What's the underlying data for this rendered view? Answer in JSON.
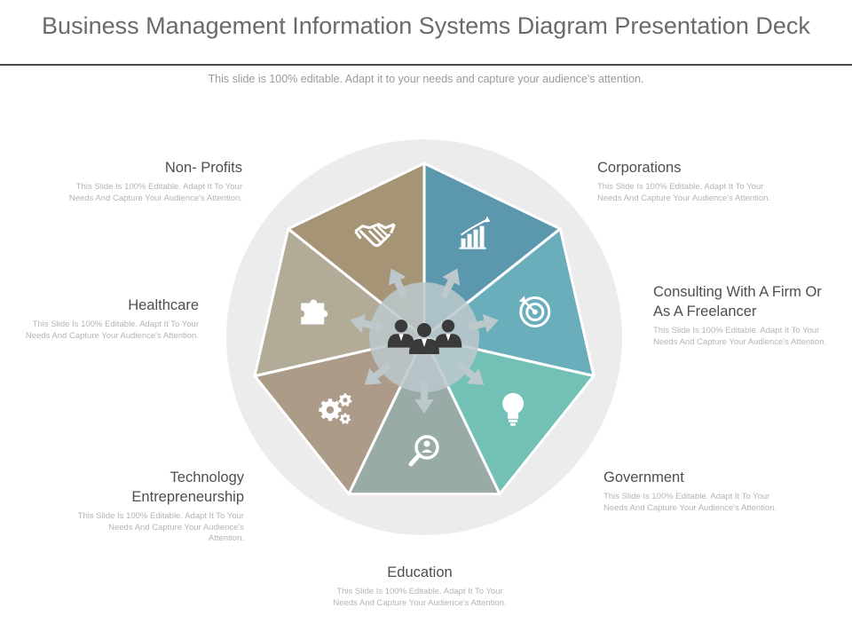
{
  "header": {
    "title": "Business Management Information Systems Diagram Presentation Deck",
    "subtitle": "This slide is 100% editable. Adapt it to your needs and capture your audience's attention."
  },
  "segments": [
    {
      "key": "corporations",
      "title": "Corporations",
      "desc": "This Slide Is 100% Editable. Adapt It To Your Needs And Capture Your Audience's Attention.",
      "color": "#5b98ad",
      "icon": "bar-chart-icon"
    },
    {
      "key": "consulting",
      "title": "Consulting With A Firm Or As A Freelancer",
      "desc": "This Slide Is 100% Editable. Adapt It To Your Needs And Capture Your Audience's Attention.",
      "color": "#6aaebb",
      "icon": "target-icon"
    },
    {
      "key": "government",
      "title": "Government",
      "desc": "This Slide Is 100% Editable. Adapt It To Your Needs And Capture Your Audience's Attention.",
      "color": "#72c0b6",
      "icon": "lightbulb-icon"
    },
    {
      "key": "education",
      "title": "Education",
      "desc": "This Slide Is 100% Editable. Adapt It To Your Needs And Capture Your Audience's Attention.",
      "color": "#98aba7",
      "icon": "search-user-icon"
    },
    {
      "key": "technology",
      "title": "Technology Entrepreneurship",
      "desc": "This Slide Is 100% Editable. Adapt It To Your Needs And Capture Your Audience's Attention.",
      "color": "#ad9b8a",
      "icon": "gears-icon"
    },
    {
      "key": "healthcare",
      "title": "Healthcare",
      "desc": "This Slide Is 100% Editable. Adapt It To Your Needs And Capture Your Audience's Attention.",
      "color": "#b1ab97",
      "icon": "puzzle-icon"
    },
    {
      "key": "nonprofits",
      "title": "Non- Profits",
      "desc": "This Slide Is 100% Editable. Adapt It To Your Needs And Capture Your Audience's Attention.",
      "color": "#a69477",
      "icon": "handshake-icon"
    }
  ],
  "colors": {
    "ring": "#ececec",
    "hub": "#bcc8cc",
    "people": "#3a3a3a"
  },
  "center_icon": "people-group-icon"
}
